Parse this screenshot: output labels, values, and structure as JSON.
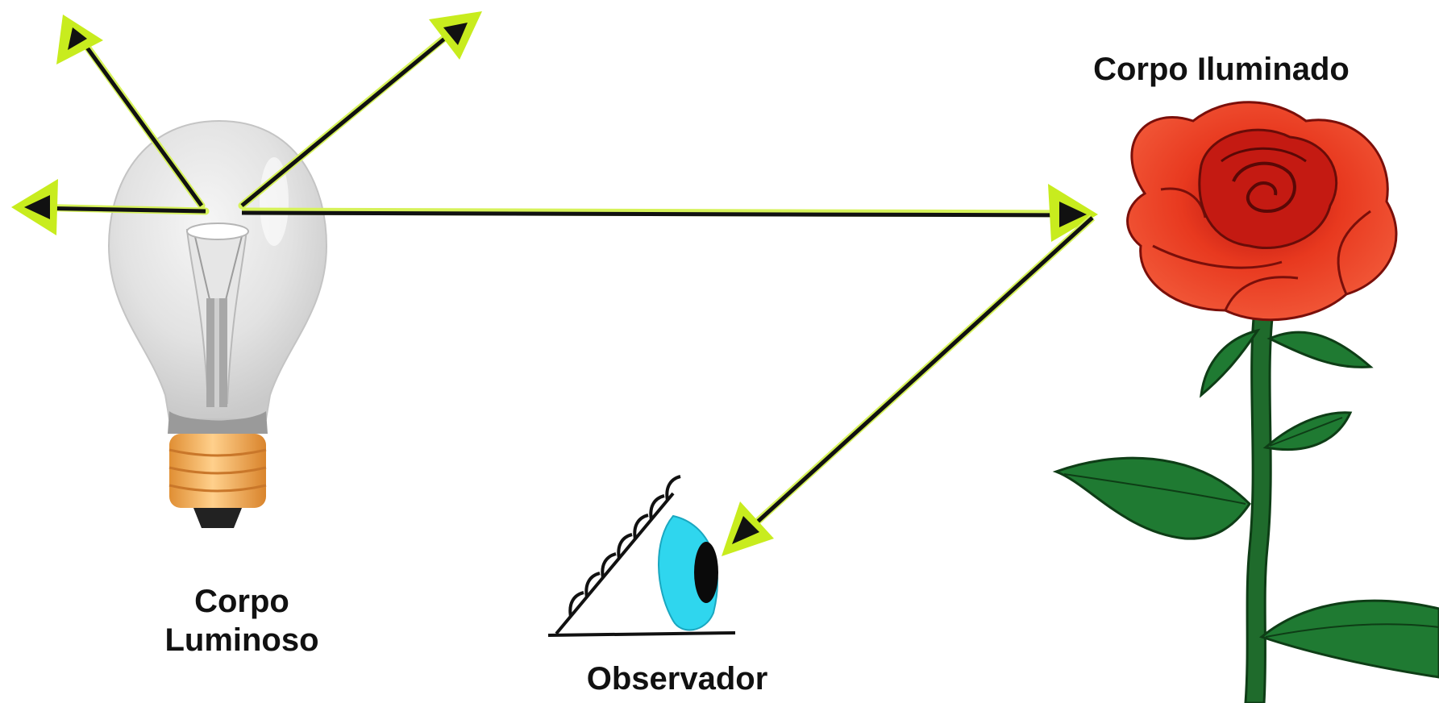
{
  "labels": {
    "luminous_line1": "Corpo",
    "luminous_line2": "Luminoso",
    "illuminated": "Corpo Iluminado",
    "observer": "Observador"
  },
  "icons": {
    "light_source": "light-bulb-icon",
    "illuminated_object": "rose-icon",
    "observer": "eye-icon"
  },
  "colors": {
    "ray": "#111111",
    "ray_glow": "#d6f25a",
    "arrowhead": "#c8ec1e",
    "bulb_glass": "#dcdcdc",
    "bulb_base": "#f2ad5c",
    "rose_petal": "#e8391f",
    "rose_leaf": "#1f7a32",
    "iris": "#2fd6ee"
  }
}
